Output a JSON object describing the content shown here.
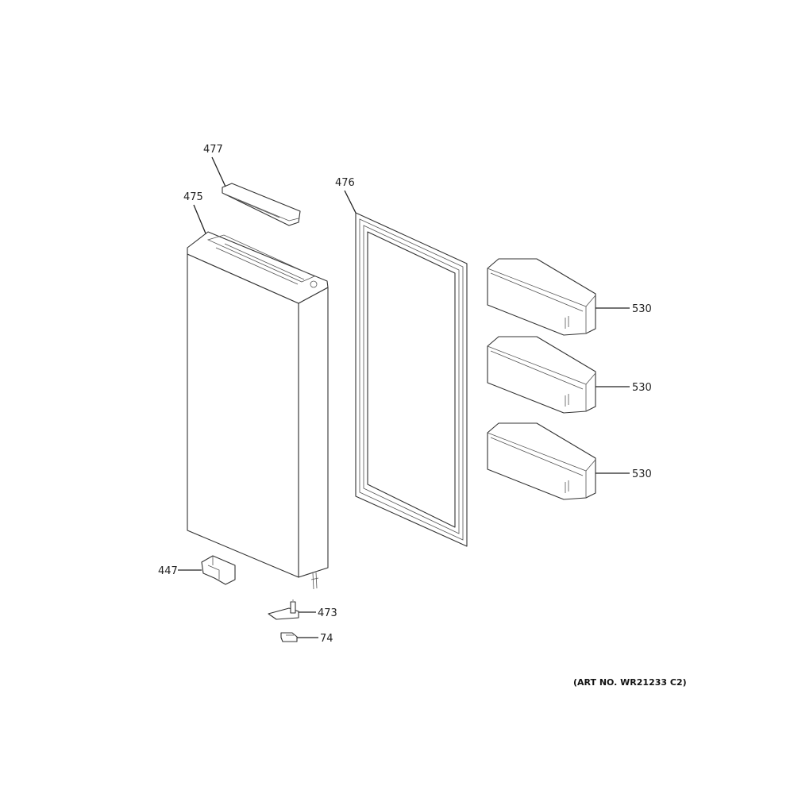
{
  "callouts": {
    "p477": "477",
    "p475": "475",
    "p476": "476",
    "p530a": "530",
    "p530b": "530",
    "p530c": "530",
    "p447": "447",
    "p473": "473",
    "p74": "74"
  },
  "art_number": "(ART NO. WR21233 C2)"
}
